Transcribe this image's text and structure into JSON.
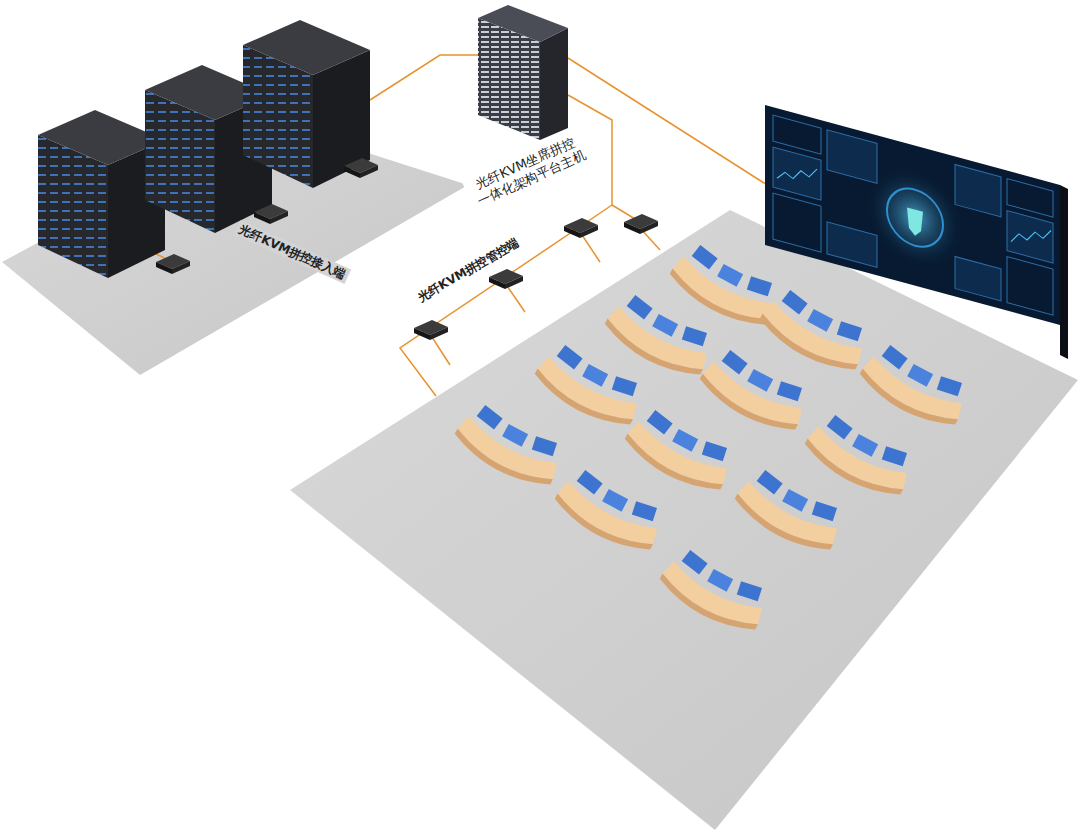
{
  "diagram": {
    "labels": [
      "光纤KVM拼控接入端",
      "光纤KVM坐席拼控 一体化架构平台主机",
      "光纤KVM拼控管控端"
    ]
  }
}
